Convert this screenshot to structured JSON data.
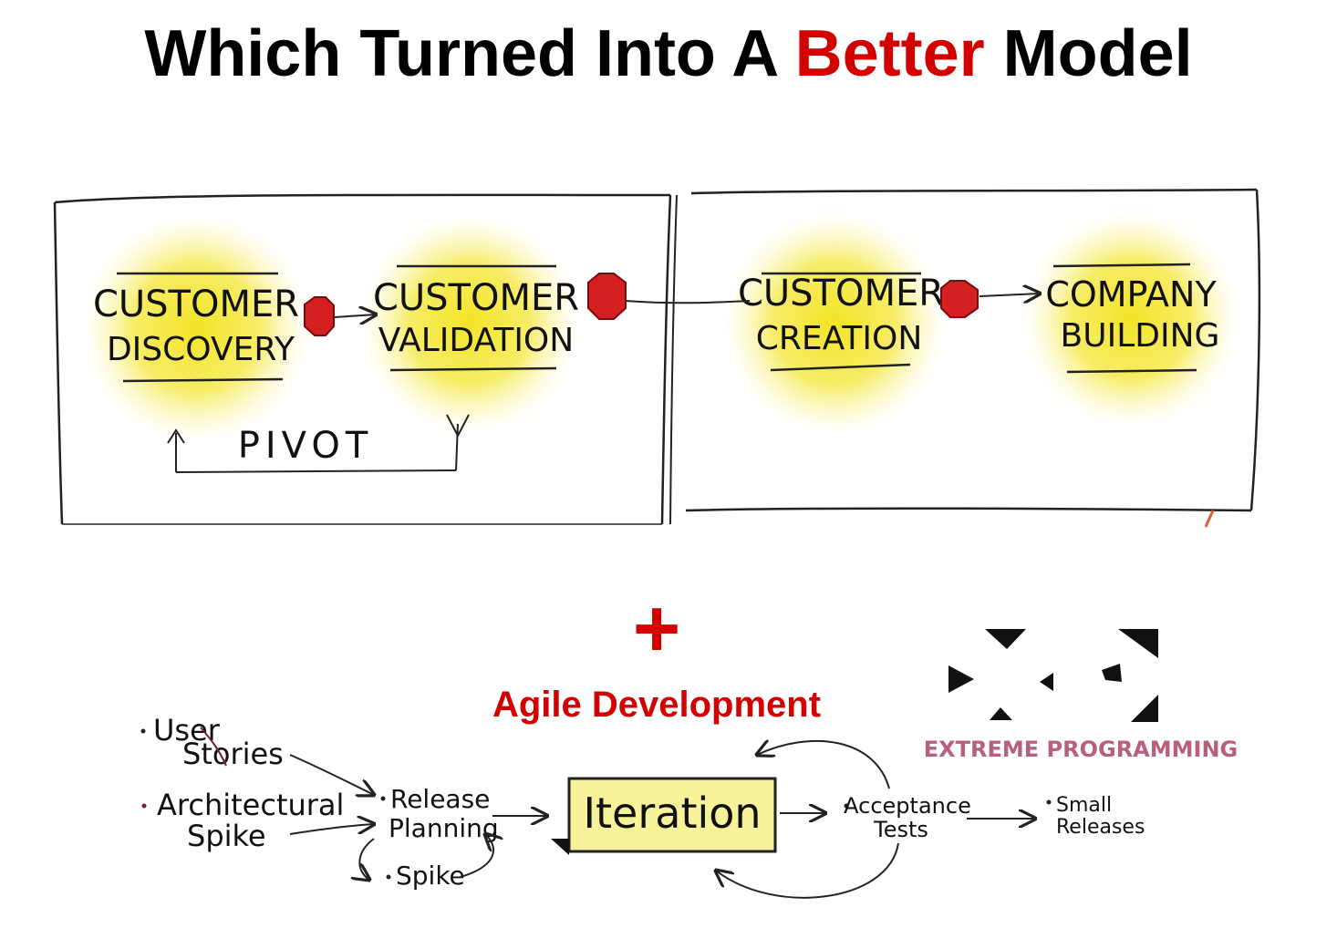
{
  "title": {
    "before": "Which Turned Into A ",
    "accent": "Better",
    "after": " Model"
  },
  "customer_dev": {
    "steps": [
      {
        "line1": "CUSTOMER",
        "line2": "DISCOVERY"
      },
      {
        "line1": "CUSTOMER",
        "line2": "VALIDATION"
      },
      {
        "line1": "CUSTOMER",
        "line2": "CREATION"
      },
      {
        "line1": "COMPANY",
        "line2": "BUILDING"
      }
    ],
    "pivot_label": "PIVOT"
  },
  "plus_sign": "+",
  "agile_label": "Agile Development",
  "xp_logo": {
    "text": "EXTREME PROGRAMMING"
  },
  "agile_flow": {
    "user_stories": {
      "line1": "User",
      "line2": "Stories"
    },
    "architectural_spike": {
      "line1": "Architectural",
      "line2": "Spike"
    },
    "release_planning": {
      "line1": "Release",
      "line2": "Planning"
    },
    "spike": "Spike",
    "iteration": "Iteration",
    "acceptance_tests": {
      "line1": "Acceptance",
      "line2": "Tests"
    },
    "small_releases": {
      "line1": "Small",
      "line2": "Releases"
    }
  },
  "colors": {
    "accent": "#d40000",
    "glow": "#f2e21a",
    "stop_sign": "#d42020",
    "iteration_box": "#f7f29a",
    "xp_text": "#b8607a"
  }
}
